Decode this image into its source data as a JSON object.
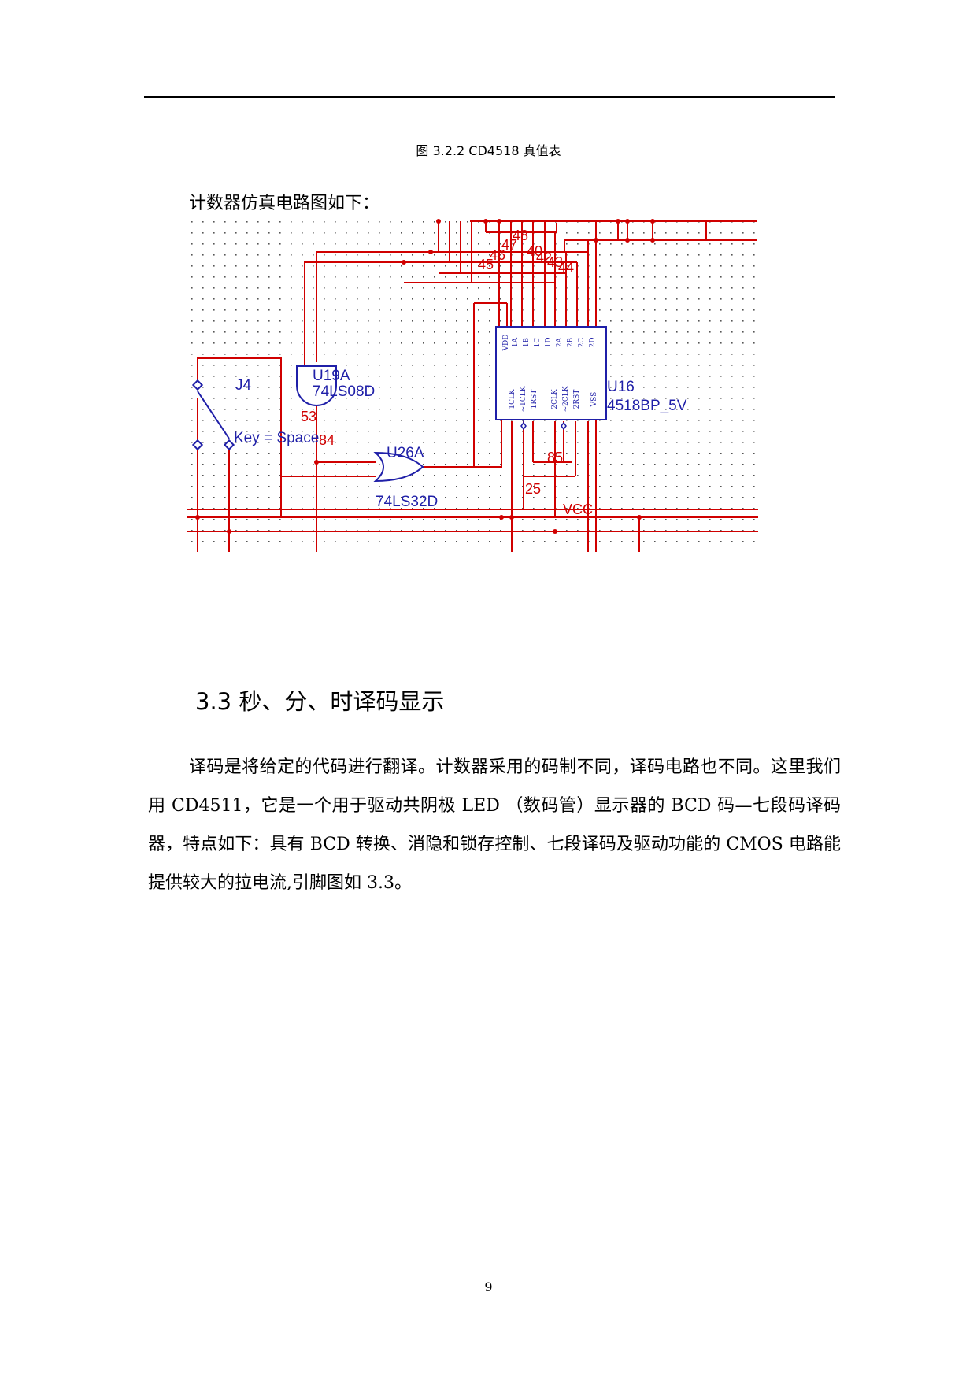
{
  "document": {
    "figure_caption": "图 3.2.2 CD4518 真值表",
    "intro_text": "计数器仿真电路图如下：",
    "section_heading": "3.3  秒、分、时译码显示",
    "paragraph": "译码是将给定的代码进行翻译。计数器采用的码制不同，译码电路也不同。这里我们用 CD4511，它是一个用于驱动共阴极 LED （数码管）显示器的 BCD 码—七段码译码器，特点如下：具有 BCD 转换、消隐和锁存控制、七段译码及驱动功能的 CMOS 电路能提供较大的拉电流,引脚图如 3.3。",
    "page_number": "9"
  },
  "schematic": {
    "switch_label": "J4",
    "key_label": "Key = Space",
    "and_gate_ref": "U19A",
    "and_gate_part": "74LS08D",
    "or_gate_ref": "U26A",
    "or_gate_part": "74LS32D",
    "counter_ref": "U16",
    "counter_part": "4518BP_5V",
    "supply_label": "VCC",
    "net_labels": [
      "48",
      "47",
      "46",
      "45",
      "40",
      "42",
      "43",
      "44",
      "53",
      "84",
      "85",
      "25"
    ],
    "top_pins": [
      "VDD",
      "1A",
      "1B",
      "1C",
      "1D",
      "2A",
      "2B",
      "2C",
      "2D"
    ],
    "bottom_pins": [
      "1CLK",
      "~1CLK",
      "1RST",
      "2CLK",
      "~2CLK",
      "2RST",
      "VSS"
    ],
    "colors": {
      "wire": "#d00000",
      "component": "#1f1fa8",
      "grid_dot": "#555555"
    }
  }
}
